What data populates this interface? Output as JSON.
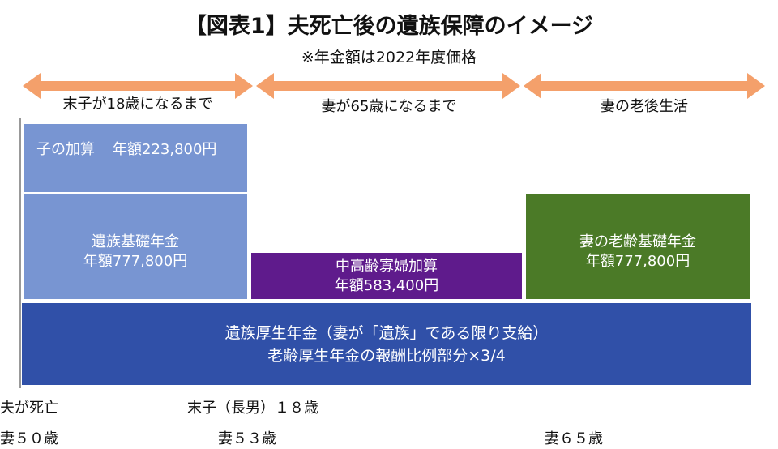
{
  "title": "【図表1】夫死亡後の遺族保障のイメージ",
  "subtitle": "※年金額は2022年度価格",
  "periods": [
    "末子が18歳になるまで",
    "妻が65歳になるまで",
    "妻の老後生活"
  ],
  "boxes": {
    "child": {
      "label": "子の加算",
      "amount": "年額223,800円"
    },
    "survivor_basic": {
      "line1": "遺族基礎年金",
      "line2": "年額777,800円"
    },
    "widow_addition": {
      "line1": "中高齢寡婦加算",
      "line2": "年額583,400円"
    },
    "old_age_basic": {
      "line1": "妻の老齢基礎年金",
      "line2": "年額777,800円"
    },
    "survivor_employee": {
      "line1": "遺族厚生年金（妻が「遺族」である限り支給）",
      "line2": "老齢厚生年金の報酬比例部分×3/4"
    }
  },
  "timeline": {
    "event_death": "夫が死亡",
    "event_child18": "末子（長男）１８歳",
    "age_50": "妻５０歳",
    "age_53": "妻５３歳",
    "age_65": "妻６５歳"
  },
  "colors": {
    "arrow": "#f4a06b",
    "child_box": "#7895d2",
    "survivor_basic_box": "#7895d2",
    "widow_box": "#5f1b8c",
    "old_age_box": "#4b7a27",
    "employee_box": "#3050a8"
  }
}
